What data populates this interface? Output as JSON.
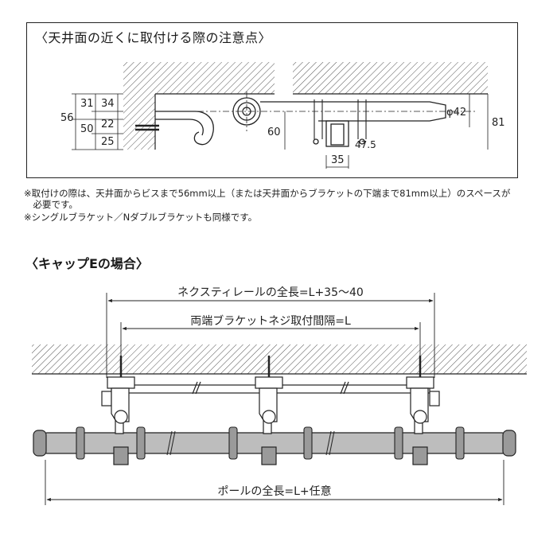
{
  "top_diagram": {
    "title": "〈天井面の近くに取付ける際の注意点〉",
    "dims": {
      "d56": "56",
      "d31": "31",
      "d34": "34",
      "d50": "50",
      "d22": "22",
      "d25": "25",
      "d60": "60",
      "d35": "35",
      "d47_5": "47.5",
      "d42": "φ42",
      "d81": "81"
    }
  },
  "notes": {
    "line1": "※取付けの際は、天井面からビスまで56mm以上（または天井面からブラケットの下端まで81mm以上）のスペースが",
    "line2": "　必要です。",
    "line3": "※シングルブラケット／Nダブルブラケットも同様です。"
  },
  "bottom_diagram": {
    "title": "〈キャップEの場合〉",
    "overall_length": "ネクスティレールの全長=L+35～40",
    "bracket_spacing": "両端ブラケットネジ取付間隔=L",
    "pole_length": "ポールの全長=L+任意"
  },
  "colors": {
    "line": "#222222",
    "hatch": "#555555",
    "pole": "#bdbdbd",
    "ring": "#9a9a9a"
  }
}
